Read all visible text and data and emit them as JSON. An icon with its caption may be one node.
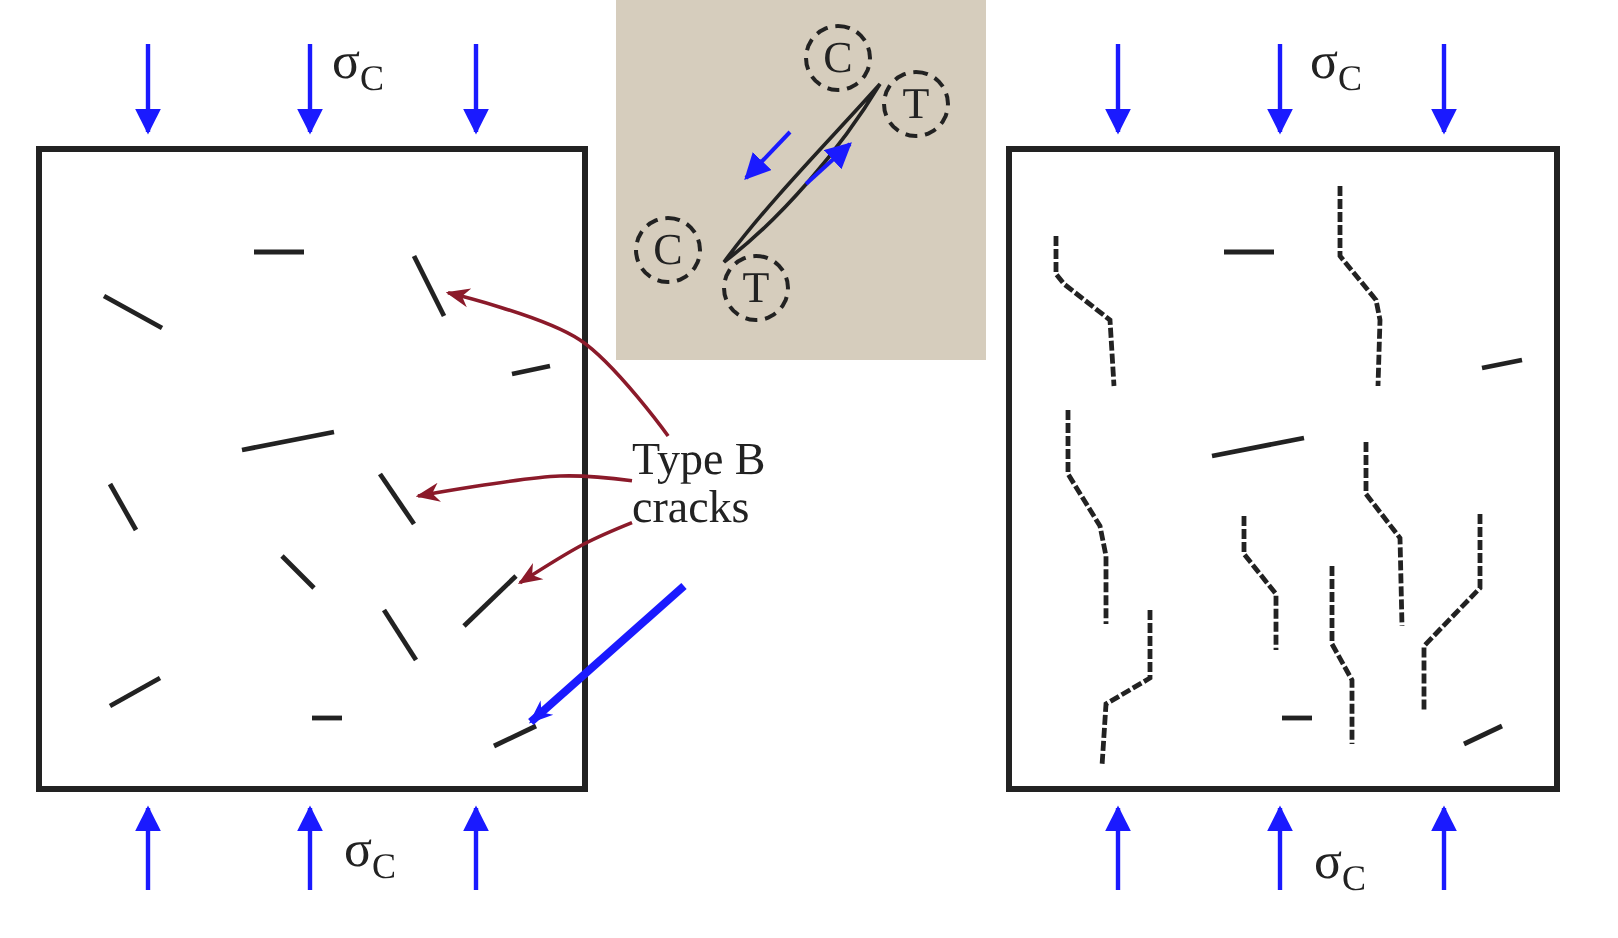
{
  "diagram": {
    "nodes": [
      {
        "text": [],
        "shape": "box"
      },
      {
        "text": [],
        "shape": "bar",
        "in": 0
      },
      {
        "text": [],
        "shape": "bar",
        "in": 0
      },
      {
        "text": [],
        "shape": "bar",
        "in": 0
      },
      {
        "text": [],
        "shape": "box"
      },
      {
        "text": [
          "C"
        ],
        "in": 4
      },
      {
        "text": [
          "T"
        ],
        "in": 4
      },
      {
        "text": [
          "C"
        ],
        "in": 4
      },
      {
        "text": [
          "T"
        ],
        "in": 4
      },
      {
        "text": [
          "Type B cracks"
        ]
      },
      {
        "text": [],
        "shape": "bar",
        "in": 0
      },
      {
        "text": [],
        "shape": "box"
      }
    ],
    "edges": [
      {
        "from": 9,
        "to": 1,
        "arrow": "to"
      },
      {
        "from": 9,
        "to": 2,
        "arrow": "to"
      },
      {
        "from": 9,
        "to": 3,
        "arrow": "to"
      },
      {
        "from": null,
        "to": 10,
        "arrow": "to",
        "style": "thick",
        "color": "#1a1aff"
      }
    ],
    "labels": [
      "σ$_{C}$",
      "σ$_{C}$",
      "σ$_{C}$",
      "σ$_{C}$"
    ]
  }
}
